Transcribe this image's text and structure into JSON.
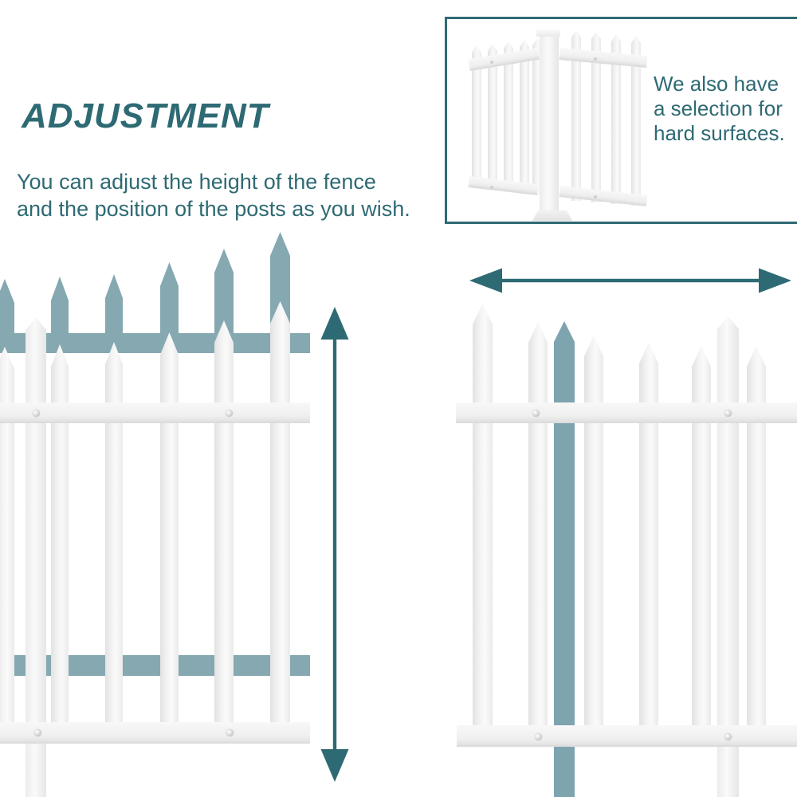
{
  "header": {
    "title": "ADJUSTMENT",
    "subtitle_line1": "You can adjust the height of the fence",
    "subtitle_line2": "and the position of the posts as you wish."
  },
  "callout": {
    "line1": "We also have",
    "line2": "a selection for",
    "line3": "hard surfaces."
  },
  "illustrations": {
    "left_fence": "height-adjustment-fence with raised ghost silhouette",
    "right_fence": "post-position-adjustment-fence with movable ground picket",
    "callout_fence": "hard-surface-fence with base plate"
  },
  "icons": {
    "vertical_arrow": "vertical-double-arrow-icon",
    "horizontal_arrow": "horizontal-double-arrow-icon"
  },
  "colors": {
    "accent_teal": "#2E6A73",
    "ghost_teal": "#85A8B1",
    "picket_teal": "#7DA4AF",
    "fence_white": "#F1F1F1",
    "background": "#FFFFFF"
  }
}
